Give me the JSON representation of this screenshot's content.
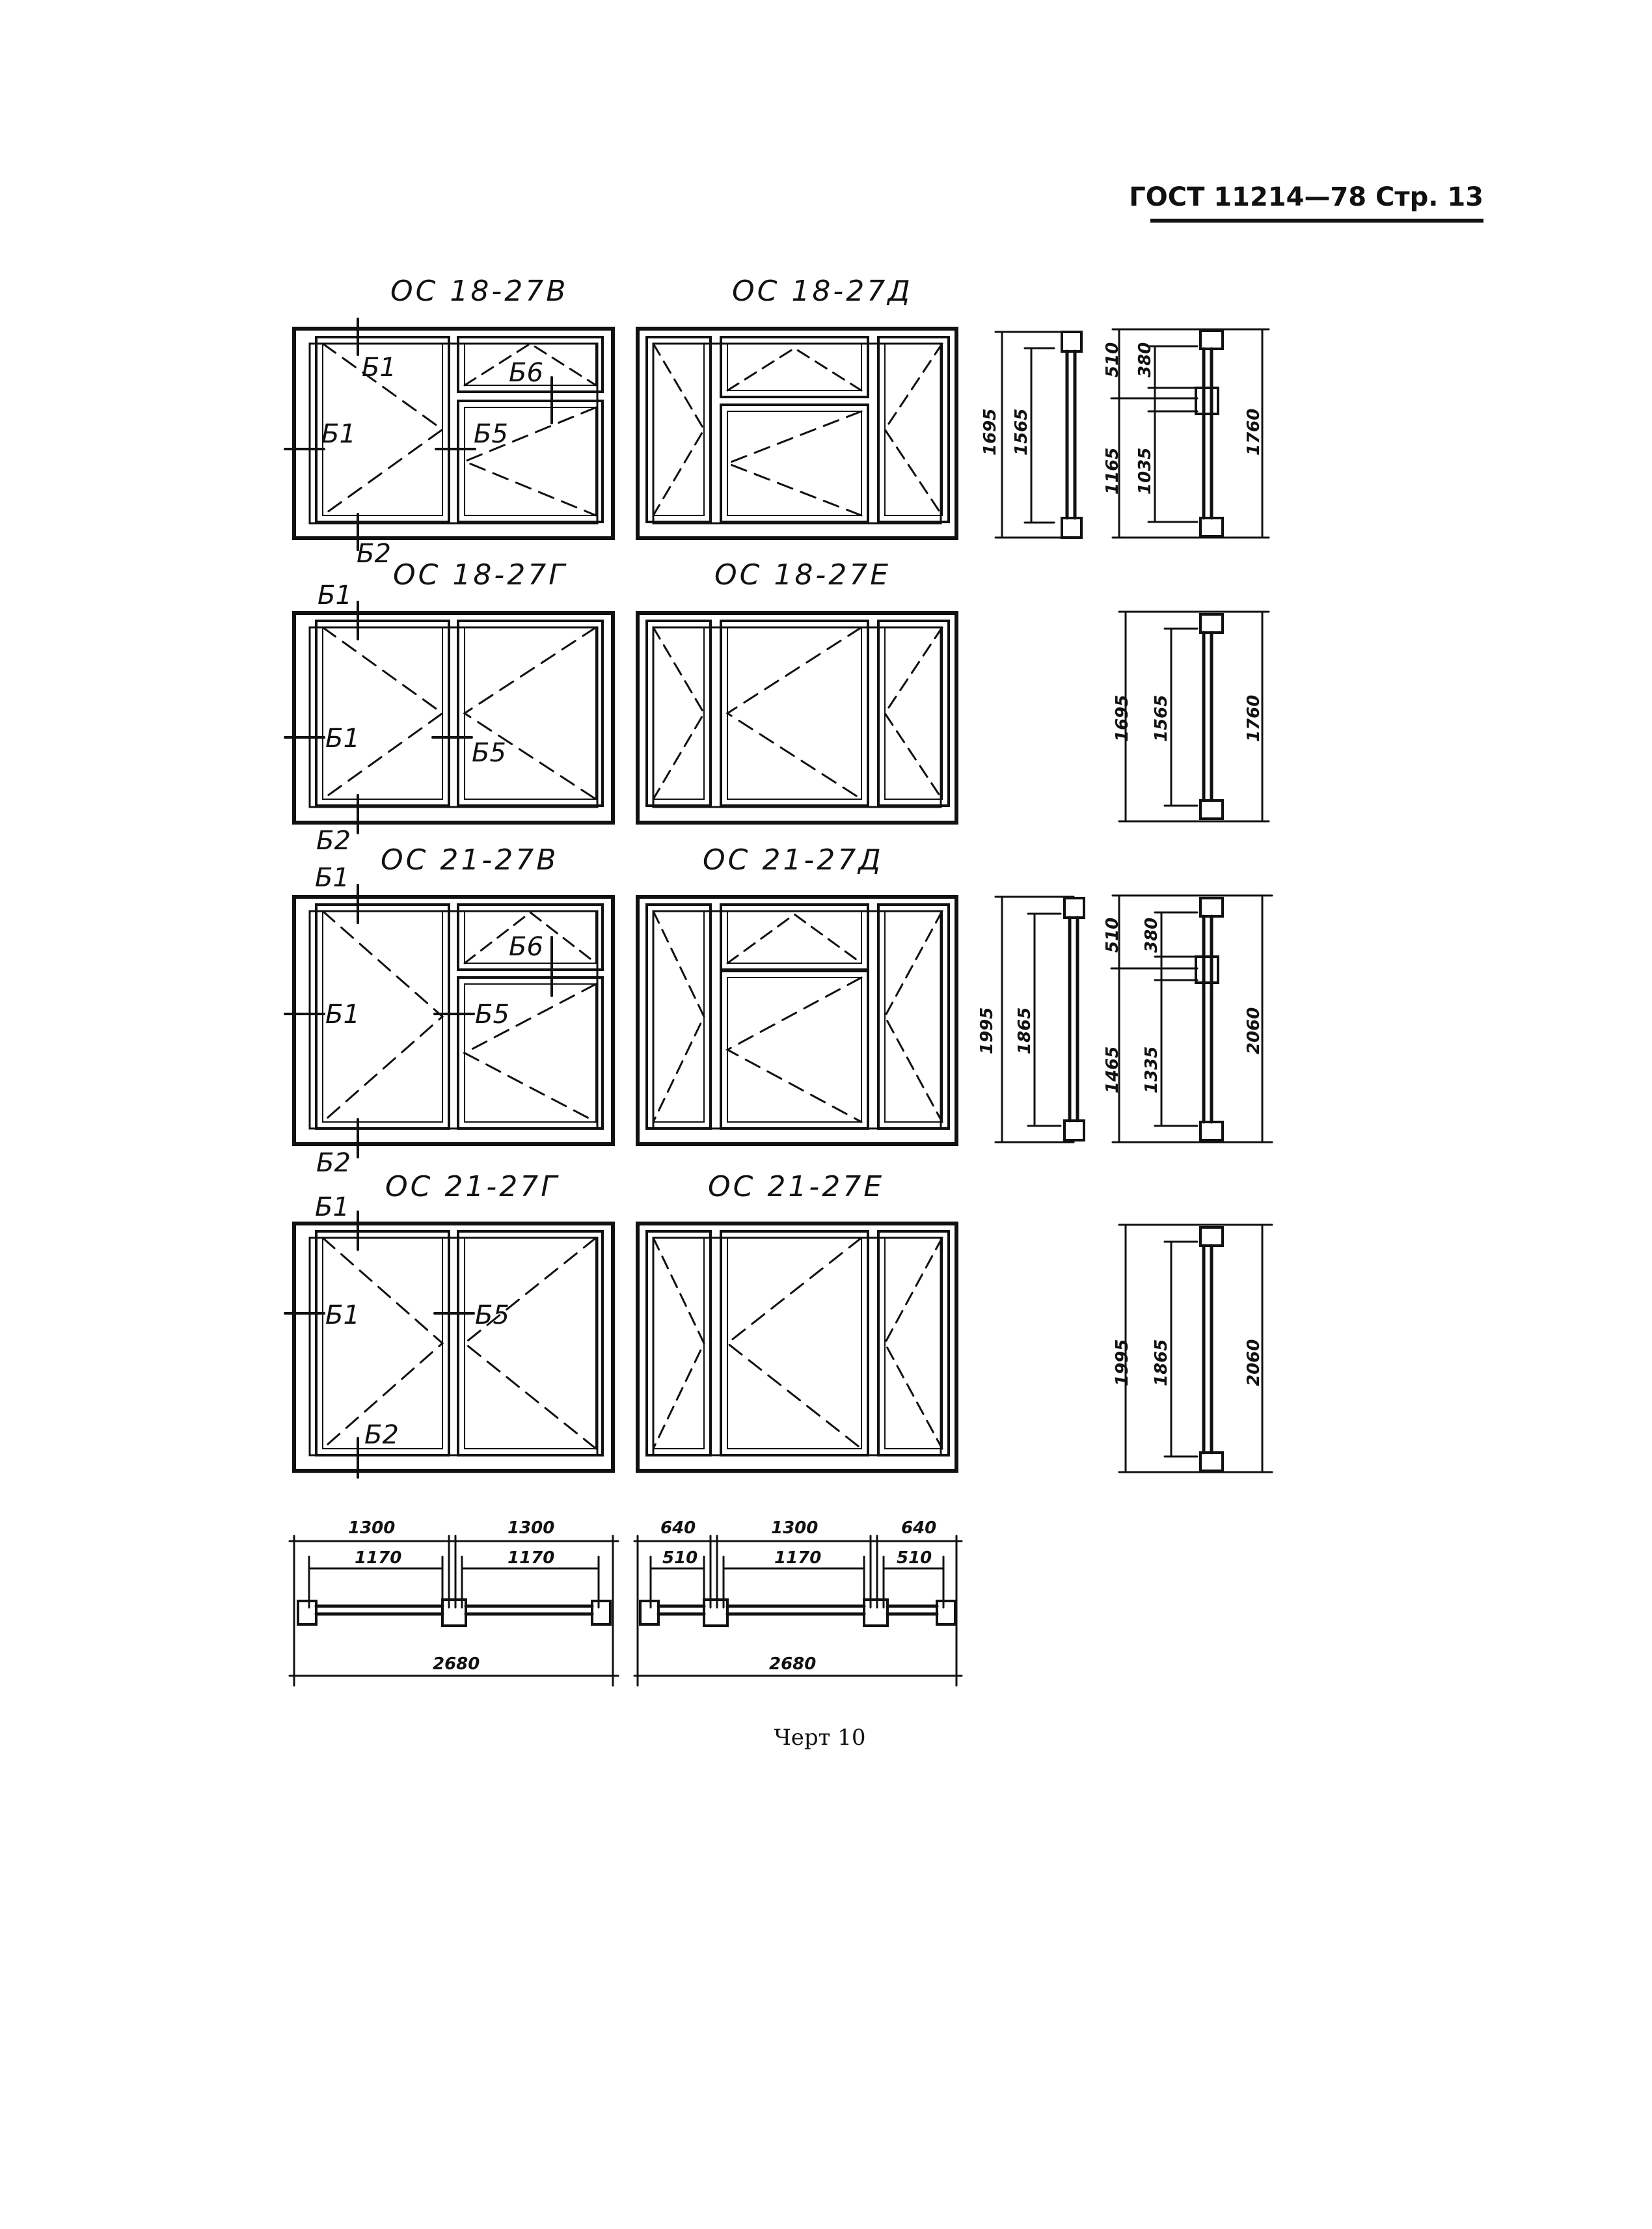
{
  "header": {
    "text": "ГОСТ 11214—78 Стр. 13"
  },
  "caption": {
    "text": "Черт 10"
  },
  "windows": [
    {
      "label": "ОС 18-27В"
    },
    {
      "label": "ОС 18-27Д"
    },
    {
      "label": "ОС 18-27Г"
    },
    {
      "label": "ОС 18-27Е"
    },
    {
      "label": "ОС 21-27В"
    },
    {
      "label": "ОС 21-27Д"
    },
    {
      "label": "ОС 21-27Г"
    },
    {
      "label": "ОС 21-27Е"
    }
  ],
  "section_marks": {
    "b1": "Б1",
    "b2": "Б2",
    "b5": "Б5",
    "b6": "Б6"
  },
  "dimensions": {
    "h1695": "1695",
    "h1565": "1565",
    "h1760": "1760",
    "h510": "510",
    "h380": "380",
    "h1165": "1165",
    "h1035": "1035",
    "h1995": "1995",
    "h1865": "1865",
    "h2060": "2060",
    "h1465": "1465",
    "h1335": "1335",
    "w1300": "1300",
    "w1170": "1170",
    "w2680": "2680",
    "w640": "640",
    "w510": "510"
  }
}
